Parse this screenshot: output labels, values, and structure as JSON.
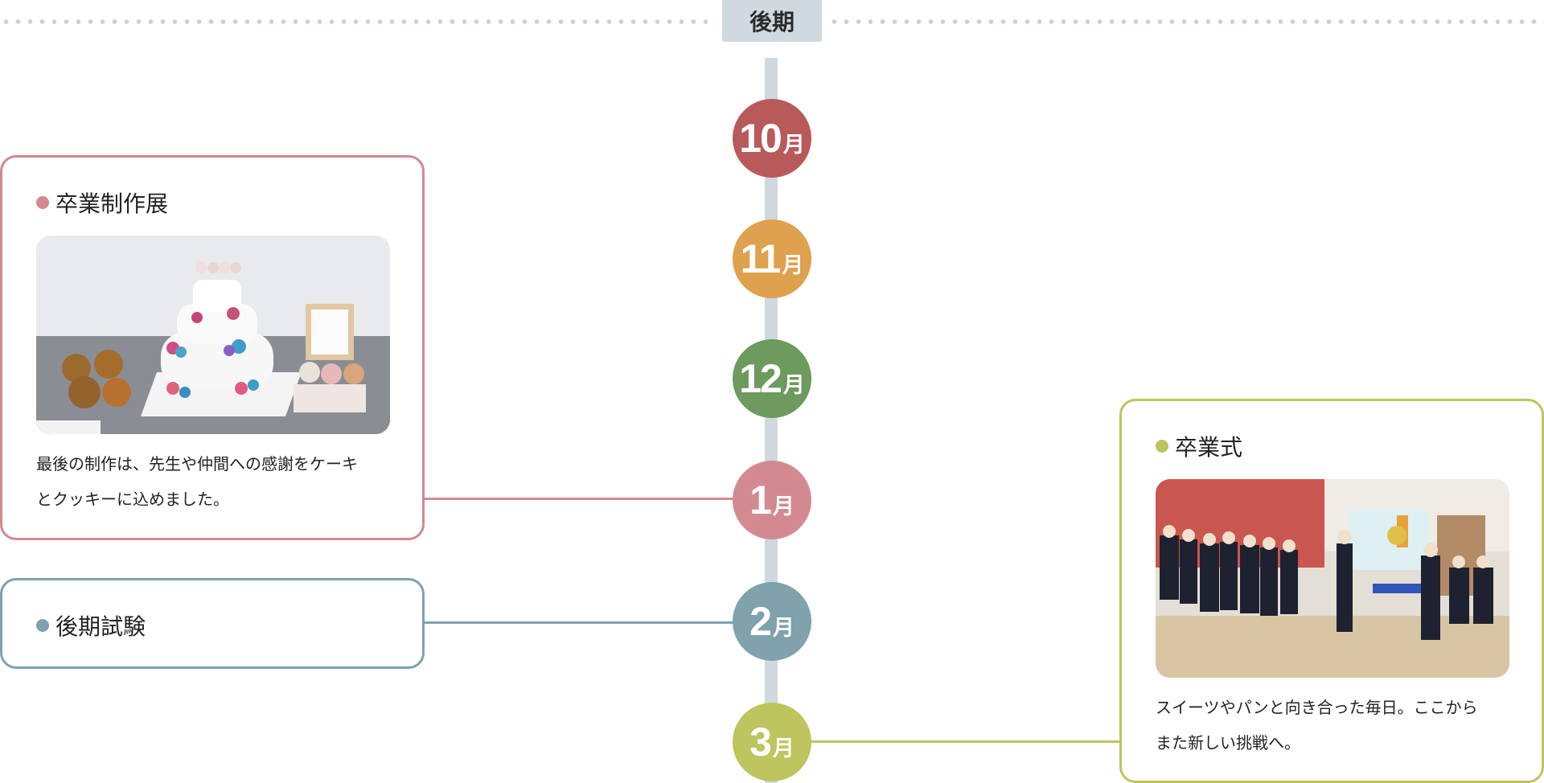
{
  "header": {
    "period": "後期"
  },
  "months": [
    {
      "num": "10",
      "unit": "月",
      "color": "#b85a5a"
    },
    {
      "num": "11",
      "unit": "月",
      "color": "#dfa14d"
    },
    {
      "num": "12",
      "unit": "月",
      "color": "#6d9a5d"
    },
    {
      "num": "1",
      "unit": "月",
      "color": "#d28a90"
    },
    {
      "num": "2",
      "unit": "月",
      "color": "#7fa2ad"
    },
    {
      "num": "3",
      "unit": "月",
      "color": "#bec45e"
    }
  ],
  "events": {
    "exhibition": {
      "title": "卒業制作展",
      "description_line1": "最後の制作は、先生や仲間への感謝をケーキ",
      "description_line2": "とクッキーに込めました。",
      "color": "#d28a90"
    },
    "exam": {
      "title": "後期試験",
      "color": "#7fa2ad"
    },
    "ceremony": {
      "title": "卒業式",
      "description_line1": "スイーツやパンと向き合った毎日。ここから",
      "description_line2": "また新しい挑戦へ。",
      "color": "#bec45e"
    }
  }
}
